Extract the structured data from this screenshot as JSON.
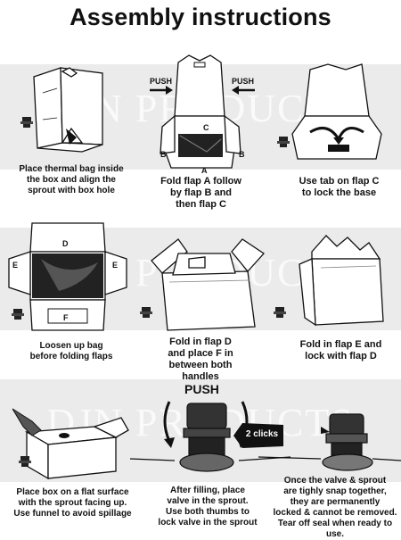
{
  "title": "Assembly instructions",
  "watermark": "DJN PRODUCTS",
  "steps": [
    {
      "caption": "Place thermal bag inside\nthe box and align the\nsprout with box hole"
    },
    {
      "caption": "Fold flap A follow\nby flap B and\nthen flap C"
    },
    {
      "caption": "Use tab on flap C\nto lock the base"
    },
    {
      "caption": "Loosen up bag\nbefore folding flaps"
    },
    {
      "caption": "Fold in flap D\nand place F in\nbetween both\nhandles"
    },
    {
      "caption": "Fold in flap E and\nlock with flap D"
    },
    {
      "caption": "Place box on a flat surface\nwith the sprout facing up.\nUse funnel to avoid spillage"
    },
    {
      "caption": "After filling, place\nvalve in the sprout.\nUse both thumbs to\nlock valve in the sprout"
    },
    {
      "caption": "Once the valve & sprout\nare tighly snap together,\nthey are permanently\nlocked & cannot be removed.\nTear off seal when ready to use."
    }
  ],
  "labels": {
    "push": "PUSH",
    "flap_a": "A",
    "flap_b": "B",
    "flap_c": "C",
    "flap_d": "D",
    "flap_e": "E",
    "flap_f": "F",
    "push_big": "PUSH",
    "two_clicks": "2 clicks"
  },
  "colors": {
    "band": "#ebebeb",
    "ink": "#111111"
  },
  "icons": [
    "push-arrow-icon",
    "spout-valve-icon",
    "curved-arrow-icon",
    "click-arrow-icon"
  ]
}
